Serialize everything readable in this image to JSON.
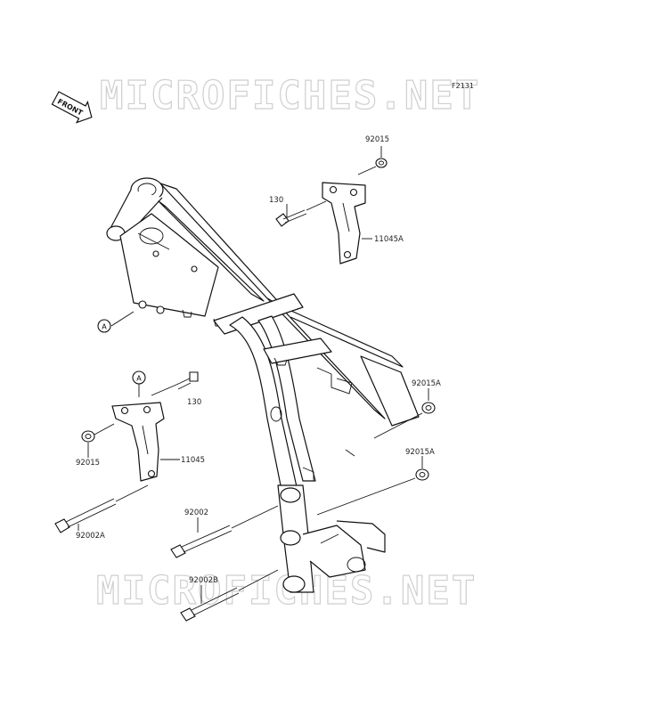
{
  "diagram": {
    "figure_code": "F2131",
    "watermark": "MICROFICHES.NET",
    "front_marker": "FRONT",
    "reference_letter": "A"
  },
  "callouts": [
    {
      "id": "c-92015-top",
      "text": "92015"
    },
    {
      "id": "c-130-top",
      "text": "130"
    },
    {
      "id": "c-11045A",
      "text": "11045A"
    },
    {
      "id": "c-130-left",
      "text": "130"
    },
    {
      "id": "c-92015-left",
      "text": "92015"
    },
    {
      "id": "c-11045",
      "text": "11045"
    },
    {
      "id": "c-92002A",
      "text": "92002A"
    },
    {
      "id": "c-92015A-1",
      "text": "92015A"
    },
    {
      "id": "c-92015A-2",
      "text": "92015A"
    },
    {
      "id": "c-92002",
      "text": "92002"
    },
    {
      "id": "c-92002B",
      "text": "92002B"
    }
  ]
}
